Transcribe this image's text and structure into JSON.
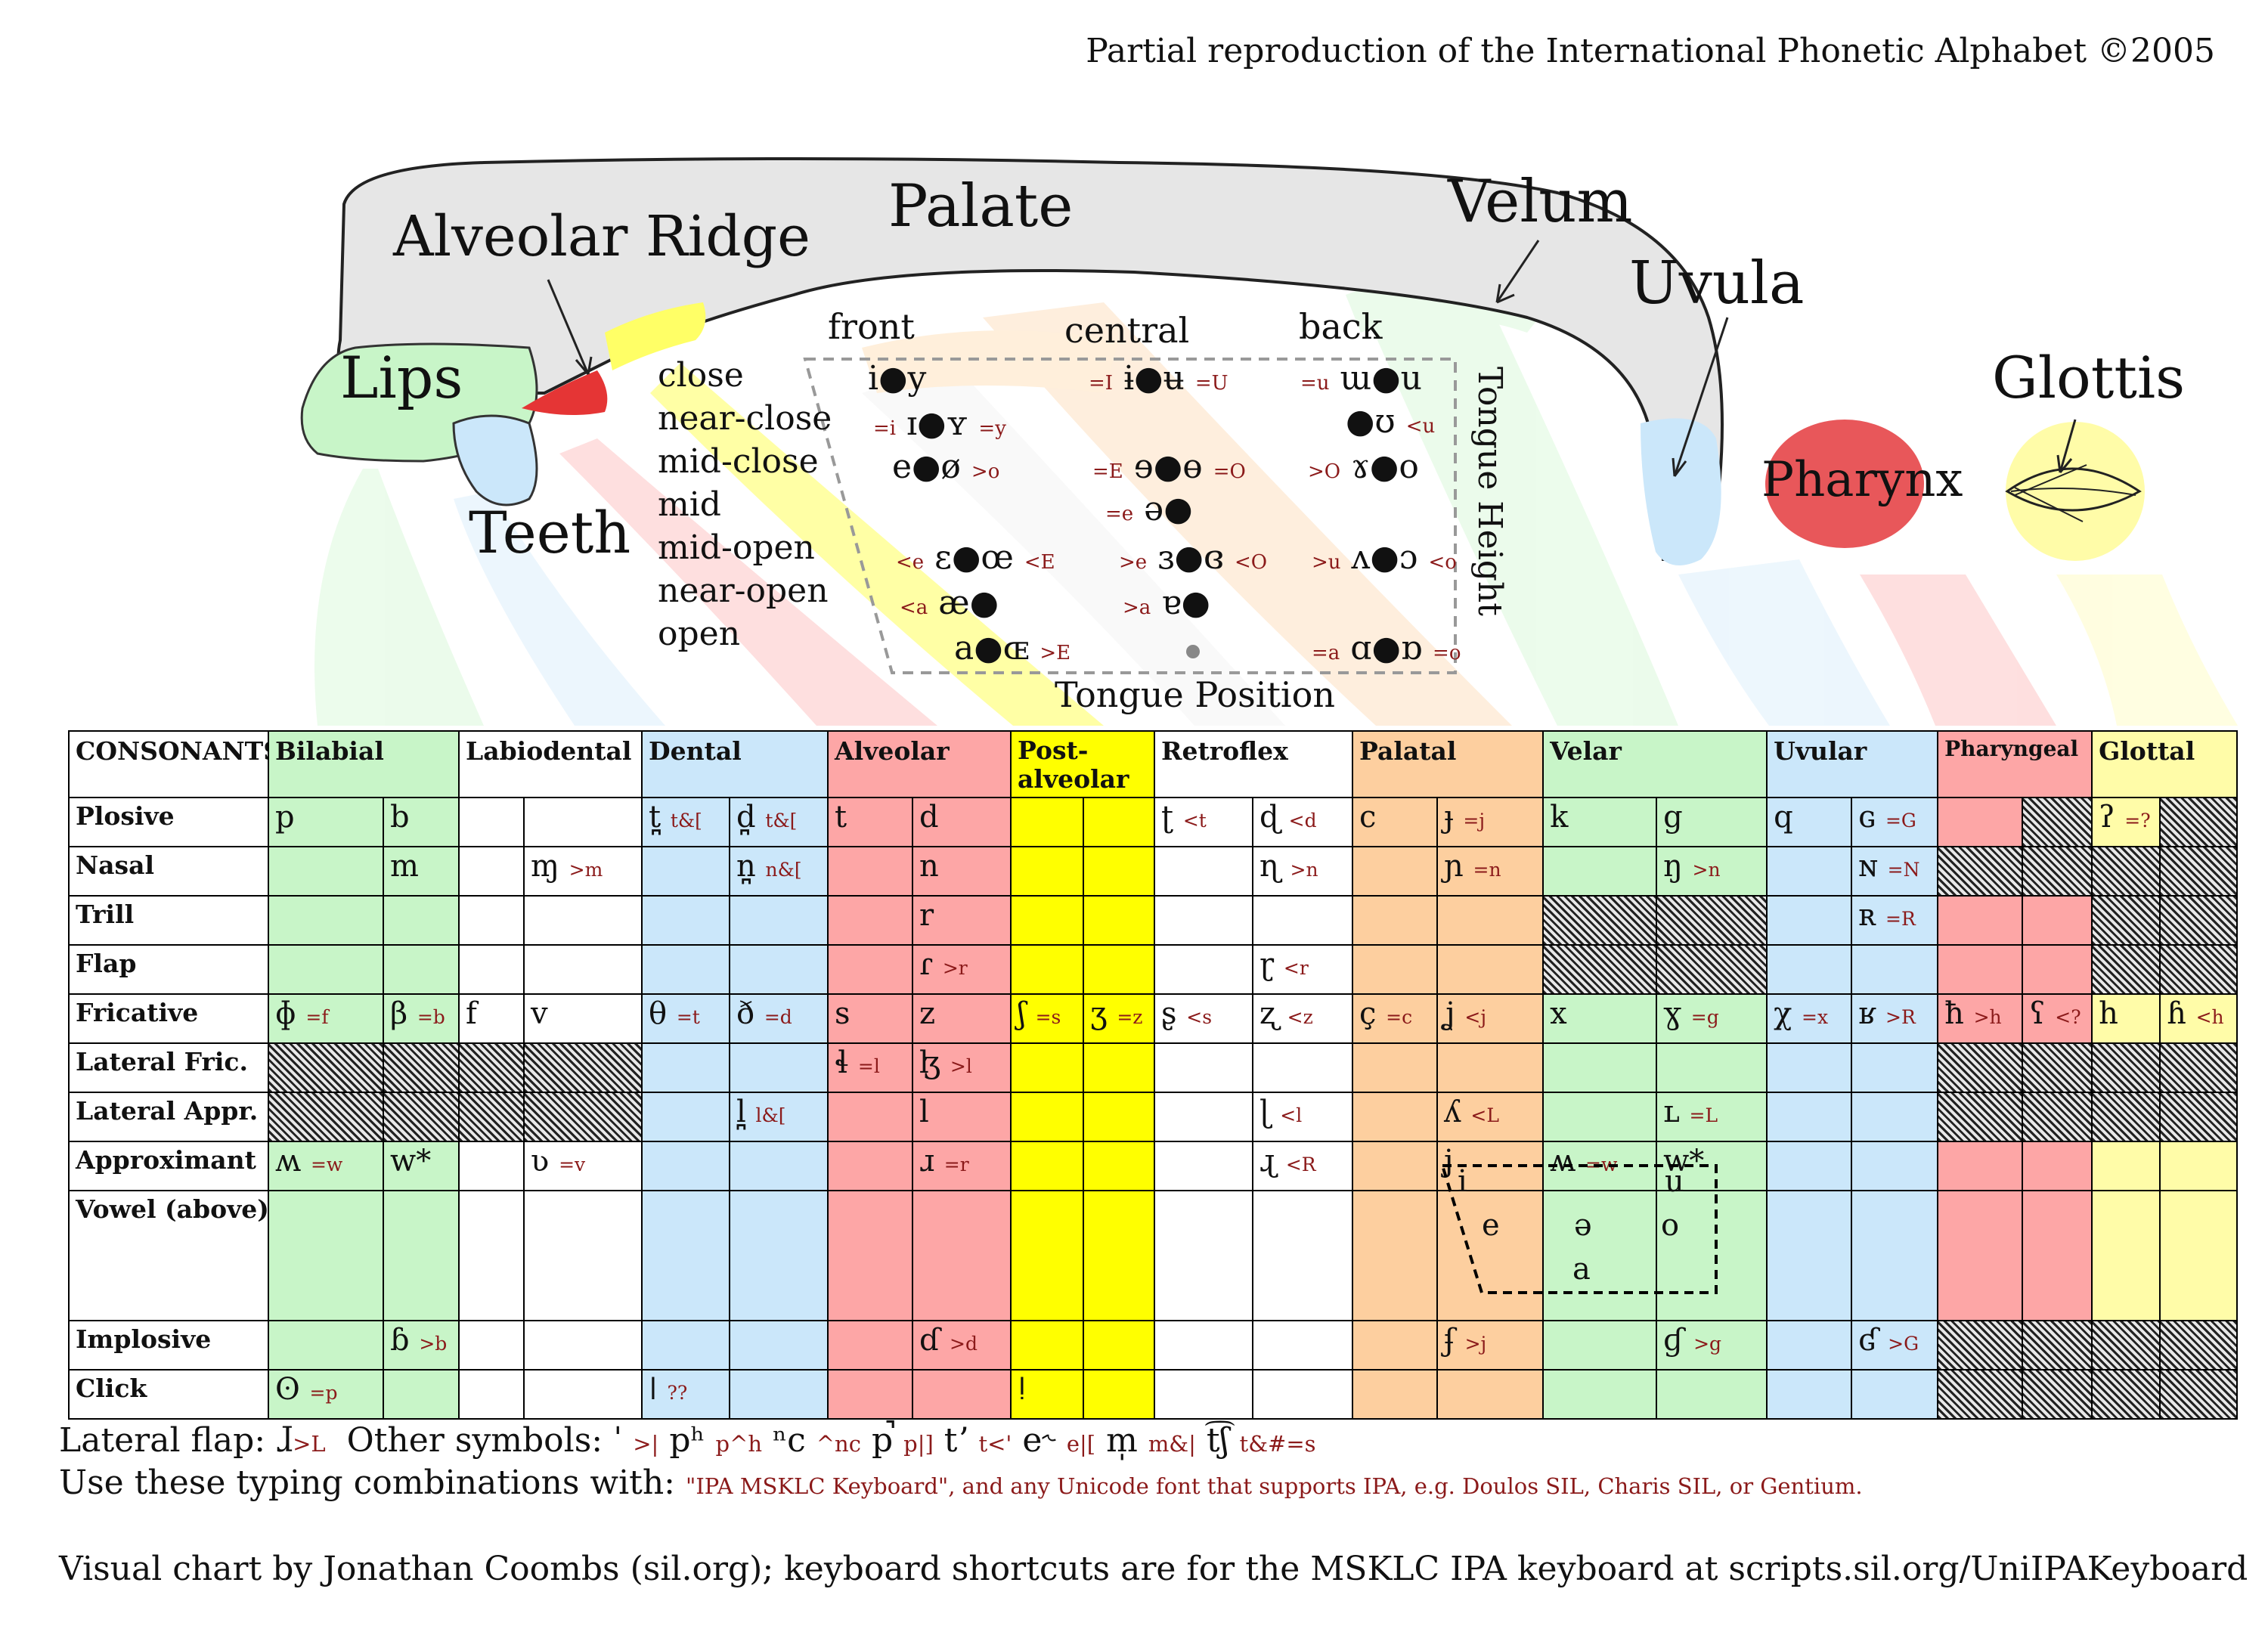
{
  "header": {
    "credit": "Partial reproduction of the International Phonetic Alphabet ©2005"
  },
  "diagram": {
    "labels": {
      "alveolar_ridge": "Alveolar Ridge",
      "palate": "Palate",
      "velum": "Velum",
      "uvula": "Uvula",
      "lips": "Lips",
      "teeth": "Teeth",
      "glottis": "Glottis",
      "pharynx": "Pharynx",
      "tongue_height": "Tongue Height",
      "tongue_position": "Tongue Position"
    },
    "columns": {
      "front": "front",
      "central": "central",
      "back": "back"
    },
    "heights": [
      "close",
      "near-close",
      "mid-close",
      "mid",
      "mid-open",
      "near-open",
      "open"
    ],
    "vowels": [
      {
        "text": "i●y"
      },
      {
        "s": "=I",
        "text": "ɨ●ʉ",
        "e": "=U"
      },
      {
        "s": "=u",
        "text": "ɯ●u"
      },
      {
        "s": "=i",
        "text": "ɪ●ʏ",
        "e": "=y"
      },
      {
        "text": "●ʊ",
        "e": "<u"
      },
      {
        "text": "e●ø",
        "e": ">o"
      },
      {
        "s": "=E",
        "text": "ɘ●ɵ",
        "e": "=O"
      },
      {
        "s": ">O",
        "text": "ɤ●o"
      },
      {
        "s": "=e",
        "text": "ə●"
      },
      {
        "s": "<e",
        "text": "ɛ●œ",
        "e": "<E"
      },
      {
        "s": ">e",
        "text": "ɜ●ɞ",
        "e": "<O"
      },
      {
        "s": ">u",
        "text": "ʌ●ɔ",
        "e": "<o"
      },
      {
        "s": "<a",
        "text": "æ●"
      },
      {
        "s": ">a",
        "text": "ɐ●"
      },
      {
        "text": "a●ɶ",
        "e": ">E"
      },
      {
        "s": "=a",
        "text": "ɑ●ɒ",
        "e": "=o"
      }
    ]
  },
  "table": {
    "title": "CONSONANTS",
    "columns": [
      "Bilabial",
      "Labiodental",
      "Dental",
      "Alveolar",
      "Post-alveolar",
      "Retroflex",
      "Palatal",
      "Velar",
      "Uvular",
      "Pharyngeal",
      "Glottal"
    ],
    "rows": [
      {
        "label": "Plosive",
        "cells": [
          [
            "p",
            ""
          ],
          [
            "b",
            ""
          ],
          [
            "",
            ""
          ],
          [
            "",
            ""
          ],
          [
            "t̪",
            "t&["
          ],
          [
            "d̪",
            "t&["
          ],
          [
            "t",
            ""
          ],
          [
            "d",
            ""
          ],
          [
            "",
            ""
          ],
          [
            "",
            ""
          ],
          [
            "ʈ",
            "<t"
          ],
          [
            "ɖ",
            "<d"
          ],
          [
            "c",
            ""
          ],
          [
            "ɟ",
            "=j"
          ],
          [
            "k",
            ""
          ],
          [
            "g",
            ""
          ],
          [
            "q",
            ""
          ],
          [
            "ɢ",
            "=G"
          ],
          [
            "",
            ""
          ],
          [
            "",
            ""
          ],
          [
            "ʔ",
            "=?"
          ],
          [
            "",
            ""
          ]
        ]
      },
      {
        "label": "Nasal",
        "cells": [
          [
            "",
            ""
          ],
          [
            "m",
            ""
          ],
          [
            "",
            ""
          ],
          [
            "ɱ",
            ">m"
          ],
          [
            "",
            ""
          ],
          [
            "n̪",
            "n&["
          ],
          [
            "",
            ""
          ],
          [
            "n",
            ""
          ],
          [
            "",
            ""
          ],
          [
            "",
            ""
          ],
          [
            "",
            ""
          ],
          [
            "ɳ",
            ">n"
          ],
          [
            "",
            ""
          ],
          [
            "ɲ",
            "=n"
          ],
          [
            "",
            ""
          ],
          [
            "ŋ",
            ">n"
          ],
          [
            "",
            ""
          ],
          [
            "ɴ",
            "=N"
          ],
          [
            "",
            ""
          ],
          [
            "",
            ""
          ],
          [
            "",
            ""
          ],
          [
            "",
            ""
          ]
        ]
      },
      {
        "label": "Trill",
        "cells": [
          [
            "",
            ""
          ],
          [
            "",
            ""
          ],
          [
            "",
            ""
          ],
          [
            "",
            ""
          ],
          [
            "",
            ""
          ],
          [
            "",
            ""
          ],
          [
            "",
            ""
          ],
          [
            "r",
            ""
          ],
          [
            "",
            ""
          ],
          [
            "",
            ""
          ],
          [
            "",
            ""
          ],
          [
            "",
            ""
          ],
          [
            "",
            ""
          ],
          [
            "",
            ""
          ],
          [
            "",
            ""
          ],
          [
            "",
            ""
          ],
          [
            "",
            ""
          ],
          [
            "ʀ",
            "=R"
          ],
          [
            "",
            ""
          ],
          [
            "",
            ""
          ],
          [
            "",
            ""
          ],
          [
            "",
            ""
          ]
        ]
      },
      {
        "label": "Flap",
        "cells": [
          [
            "",
            ""
          ],
          [
            "",
            ""
          ],
          [
            "",
            ""
          ],
          [
            "",
            ""
          ],
          [
            "",
            ""
          ],
          [
            "",
            ""
          ],
          [
            "",
            ""
          ],
          [
            "ɾ",
            ">r"
          ],
          [
            "",
            ""
          ],
          [
            "",
            ""
          ],
          [
            "",
            ""
          ],
          [
            "ɽ",
            "<r"
          ],
          [
            "",
            ""
          ],
          [
            "",
            ""
          ],
          [
            "",
            ""
          ],
          [
            "",
            ""
          ],
          [
            "",
            ""
          ],
          [
            "",
            ""
          ],
          [
            "",
            ""
          ],
          [
            "",
            ""
          ],
          [
            "",
            ""
          ],
          [
            "",
            ""
          ]
        ]
      },
      {
        "label": "Fricative",
        "cells": [
          [
            "ɸ",
            "=f"
          ],
          [
            "β",
            "=b"
          ],
          [
            "f",
            ""
          ],
          [
            "v",
            ""
          ],
          [
            "θ",
            "=t"
          ],
          [
            "ð",
            "=d"
          ],
          [
            "s",
            ""
          ],
          [
            "z",
            ""
          ],
          [
            "ʃ",
            "=s"
          ],
          [
            "ʒ",
            "=z"
          ],
          [
            "ʂ",
            "<s"
          ],
          [
            "ʐ",
            "<z"
          ],
          [
            "ç",
            "=c"
          ],
          [
            "ʝ",
            "<j"
          ],
          [
            "x",
            ""
          ],
          [
            "ɣ",
            "=g"
          ],
          [
            "χ",
            "=x"
          ],
          [
            "ʁ",
            ">R"
          ],
          [
            "ħ",
            ">h"
          ],
          [
            "ʕ",
            "<?"
          ],
          [
            "h",
            ""
          ],
          [
            "ɦ",
            "<h"
          ]
        ]
      },
      {
        "label": "Lateral Fric.",
        "cells": [
          [
            "",
            ""
          ],
          [
            "",
            ""
          ],
          [
            "",
            ""
          ],
          [
            "",
            ""
          ],
          [
            "",
            ""
          ],
          [
            "",
            ""
          ],
          [
            "ɬ",
            "=l"
          ],
          [
            "ɮ",
            ">l"
          ],
          [
            "",
            ""
          ],
          [
            "",
            ""
          ],
          [
            "",
            ""
          ],
          [
            "",
            ""
          ],
          [
            "",
            ""
          ],
          [
            "",
            ""
          ],
          [
            "",
            ""
          ],
          [
            "",
            ""
          ],
          [
            "",
            ""
          ],
          [
            "",
            ""
          ],
          [
            "",
            ""
          ],
          [
            "",
            ""
          ],
          [
            "",
            ""
          ],
          [
            "",
            ""
          ]
        ]
      },
      {
        "label": "Lateral Appr.",
        "cells": [
          [
            "",
            ""
          ],
          [
            "",
            ""
          ],
          [
            "",
            ""
          ],
          [
            "",
            ""
          ],
          [
            "",
            ""
          ],
          [
            "l̪",
            "l&["
          ],
          [
            "",
            ""
          ],
          [
            "l",
            ""
          ],
          [
            "",
            ""
          ],
          [
            "",
            ""
          ],
          [
            "",
            ""
          ],
          [
            "ɭ",
            "<l"
          ],
          [
            "",
            ""
          ],
          [
            "ʎ",
            "<L"
          ],
          [
            "",
            ""
          ],
          [
            "ʟ",
            "=L"
          ],
          [
            "",
            ""
          ],
          [
            "",
            ""
          ],
          [
            "",
            ""
          ],
          [
            "",
            ""
          ],
          [
            "",
            ""
          ],
          [
            "",
            ""
          ]
        ]
      },
      {
        "label": "Approximant",
        "cells": [
          [
            "ʍ",
            "=w"
          ],
          [
            "w*",
            ""
          ],
          [
            "",
            ""
          ],
          [
            "ʋ",
            "=v"
          ],
          [
            "",
            ""
          ],
          [
            "",
            ""
          ],
          [
            "",
            ""
          ],
          [
            "ɹ",
            "=r"
          ],
          [
            "",
            ""
          ],
          [
            "",
            ""
          ],
          [
            "",
            ""
          ],
          [
            "ɻ",
            "<R"
          ],
          [
            "",
            ""
          ],
          [
            "j",
            ""
          ],
          [
            "ʍ",
            "=w"
          ],
          [
            "w*",
            ""
          ],
          [
            "",
            ""
          ],
          [
            "",
            ""
          ],
          [
            "",
            ""
          ],
          [
            "",
            ""
          ],
          [
            "",
            ""
          ],
          [
            "",
            ""
          ]
        ]
      },
      {
        "label": "Vowel (above)",
        "cells": [
          [
            "",
            ""
          ],
          [
            "",
            ""
          ],
          [
            "",
            ""
          ],
          [
            "",
            ""
          ],
          [
            "",
            ""
          ],
          [
            "",
            ""
          ],
          [
            "",
            ""
          ],
          [
            "",
            ""
          ],
          [
            "",
            ""
          ],
          [
            "",
            ""
          ],
          [
            "",
            ""
          ],
          [
            "",
            ""
          ],
          [
            "",
            ""
          ],
          [
            "",
            ""
          ],
          [
            "",
            ""
          ],
          [
            "",
            ""
          ],
          [
            "",
            ""
          ],
          [
            "",
            ""
          ],
          [
            "",
            ""
          ],
          [
            "",
            ""
          ],
          [
            "",
            ""
          ],
          [
            "",
            ""
          ]
        ]
      },
      {
        "label": "Implosive",
        "cells": [
          [
            "",
            ""
          ],
          [
            "ɓ",
            ">b"
          ],
          [
            "",
            ""
          ],
          [
            "",
            ""
          ],
          [
            "",
            ""
          ],
          [
            "",
            ""
          ],
          [
            "",
            ""
          ],
          [
            "ɗ",
            ">d"
          ],
          [
            "",
            ""
          ],
          [
            "",
            ""
          ],
          [
            "",
            ""
          ],
          [
            "",
            ""
          ],
          [
            "",
            ""
          ],
          [
            "ʄ",
            ">j"
          ],
          [
            "",
            ""
          ],
          [
            "ɠ",
            ">g"
          ],
          [
            "",
            ""
          ],
          [
            "ʛ",
            ">G"
          ],
          [
            "",
            ""
          ],
          [
            "",
            ""
          ],
          [
            "",
            ""
          ],
          [
            "",
            ""
          ]
        ]
      },
      {
        "label": "Click",
        "cells": [
          [
            "ʘ",
            "=p"
          ],
          [
            "",
            ""
          ],
          [
            "",
            ""
          ],
          [
            "",
            ""
          ],
          [
            "ǀ",
            "??"
          ],
          [
            "",
            ""
          ],
          [
            "",
            ""
          ],
          [
            "",
            ""
          ],
          [
            "ǃ",
            ""
          ],
          [
            "",
            ""
          ],
          [
            "",
            ""
          ],
          [
            "",
            ""
          ],
          [
            "",
            ""
          ],
          [
            "",
            ""
          ],
          [
            "",
            ""
          ],
          [
            "",
            ""
          ],
          [
            "",
            ""
          ],
          [
            "",
            ""
          ],
          [
            "",
            ""
          ],
          [
            "",
            ""
          ],
          [
            "",
            ""
          ],
          [
            "",
            ""
          ]
        ]
      }
    ],
    "vowel_box": {
      "i": "i",
      "u": "u",
      "e": "e",
      "schwa": "ə",
      "o": "o",
      "a": "a"
    }
  },
  "footer": {
    "lateral_flap_label": "Lateral flap:",
    "lateral_flap_symbol": "ɺ",
    "lateral_flap_code": ">L",
    "other_symbols_label": "Other symbols:",
    "other_symbols": [
      {
        "sym": "ˈ",
        "code": ">|"
      },
      {
        "sym": "pʰ",
        "code": "p^h"
      },
      {
        "sym": "ⁿc",
        "code": "^nc"
      },
      {
        "sym": "p̚",
        "code": "p|]"
      },
      {
        "sym": "tʼ",
        "code": "t<'"
      },
      {
        "sym": "e˞",
        "code": "e|["
      },
      {
        "sym": "m̩",
        "code": "m&|"
      },
      {
        "sym": "t͡ʃ",
        "code": "t&#=s"
      }
    ],
    "use_label": "Use these typing combinations with:",
    "use_text": "\"IPA MSKLC Keyboard\", and any Unicode font that supports IPA, e.g. Doulos SIL, Charis SIL, or Gentium.",
    "credit": "Visual chart by Jonathan Coombs (sil.org); keyboard shortcuts are for the MSKLC IPA keyboard at scripts.sil.org/UniIPAKeyboard"
  }
}
